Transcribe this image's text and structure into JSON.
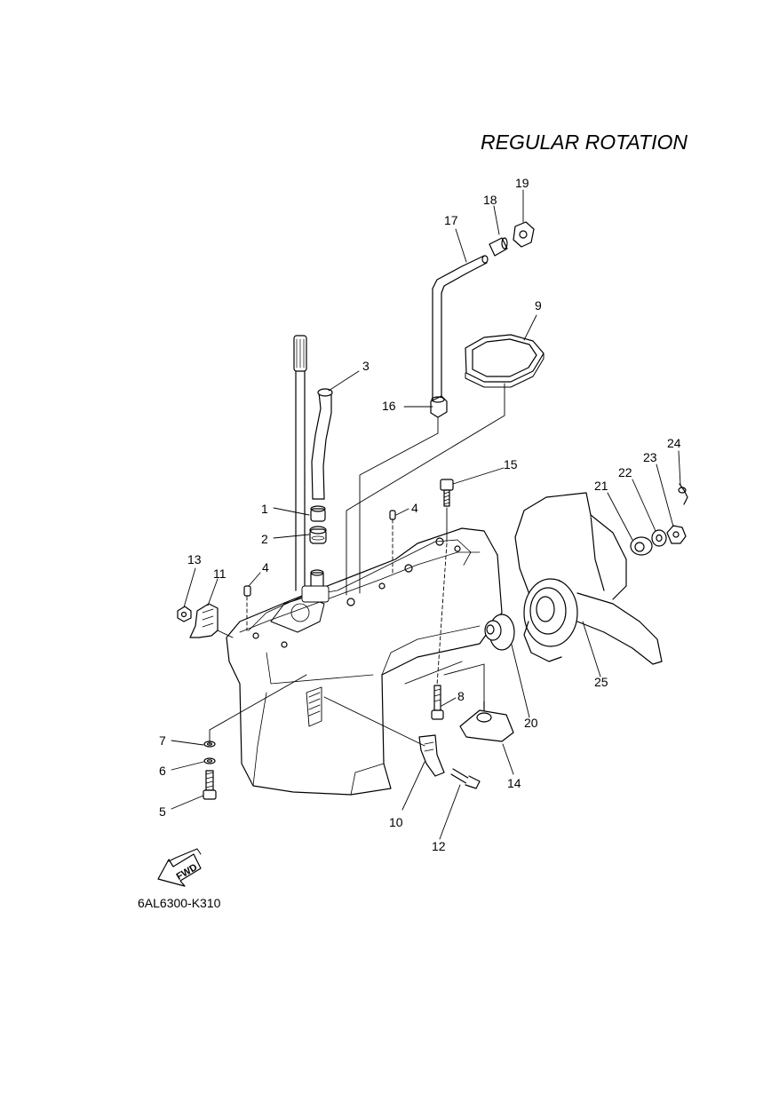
{
  "title": "REGULAR ROTATION",
  "diagram_code": "6AL6300-K310",
  "fwd_arrow_label": "FWD",
  "parts": [
    {
      "id": "p1",
      "number": "1"
    },
    {
      "id": "p2",
      "number": "2"
    },
    {
      "id": "p3",
      "number": "3"
    },
    {
      "id": "p4a",
      "number": "4"
    },
    {
      "id": "p4b",
      "number": "4"
    },
    {
      "id": "p5",
      "number": "5"
    },
    {
      "id": "p6",
      "number": "6"
    },
    {
      "id": "p7",
      "number": "7"
    },
    {
      "id": "p8",
      "number": "8"
    },
    {
      "id": "p9",
      "number": "9"
    },
    {
      "id": "p10",
      "number": "10"
    },
    {
      "id": "p11",
      "number": "11"
    },
    {
      "id": "p12",
      "number": "12"
    },
    {
      "id": "p13",
      "number": "13"
    },
    {
      "id": "p14",
      "number": "14"
    },
    {
      "id": "p15",
      "number": "15"
    },
    {
      "id": "p16",
      "number": "16"
    },
    {
      "id": "p17",
      "number": "17"
    },
    {
      "id": "p18",
      "number": "18"
    },
    {
      "id": "p19",
      "number": "19"
    },
    {
      "id": "p20",
      "number": "20"
    },
    {
      "id": "p21",
      "number": "21"
    },
    {
      "id": "p22",
      "number": "22"
    },
    {
      "id": "p23",
      "number": "23"
    },
    {
      "id": "p24",
      "number": "24"
    },
    {
      "id": "p25",
      "number": "25"
    }
  ]
}
